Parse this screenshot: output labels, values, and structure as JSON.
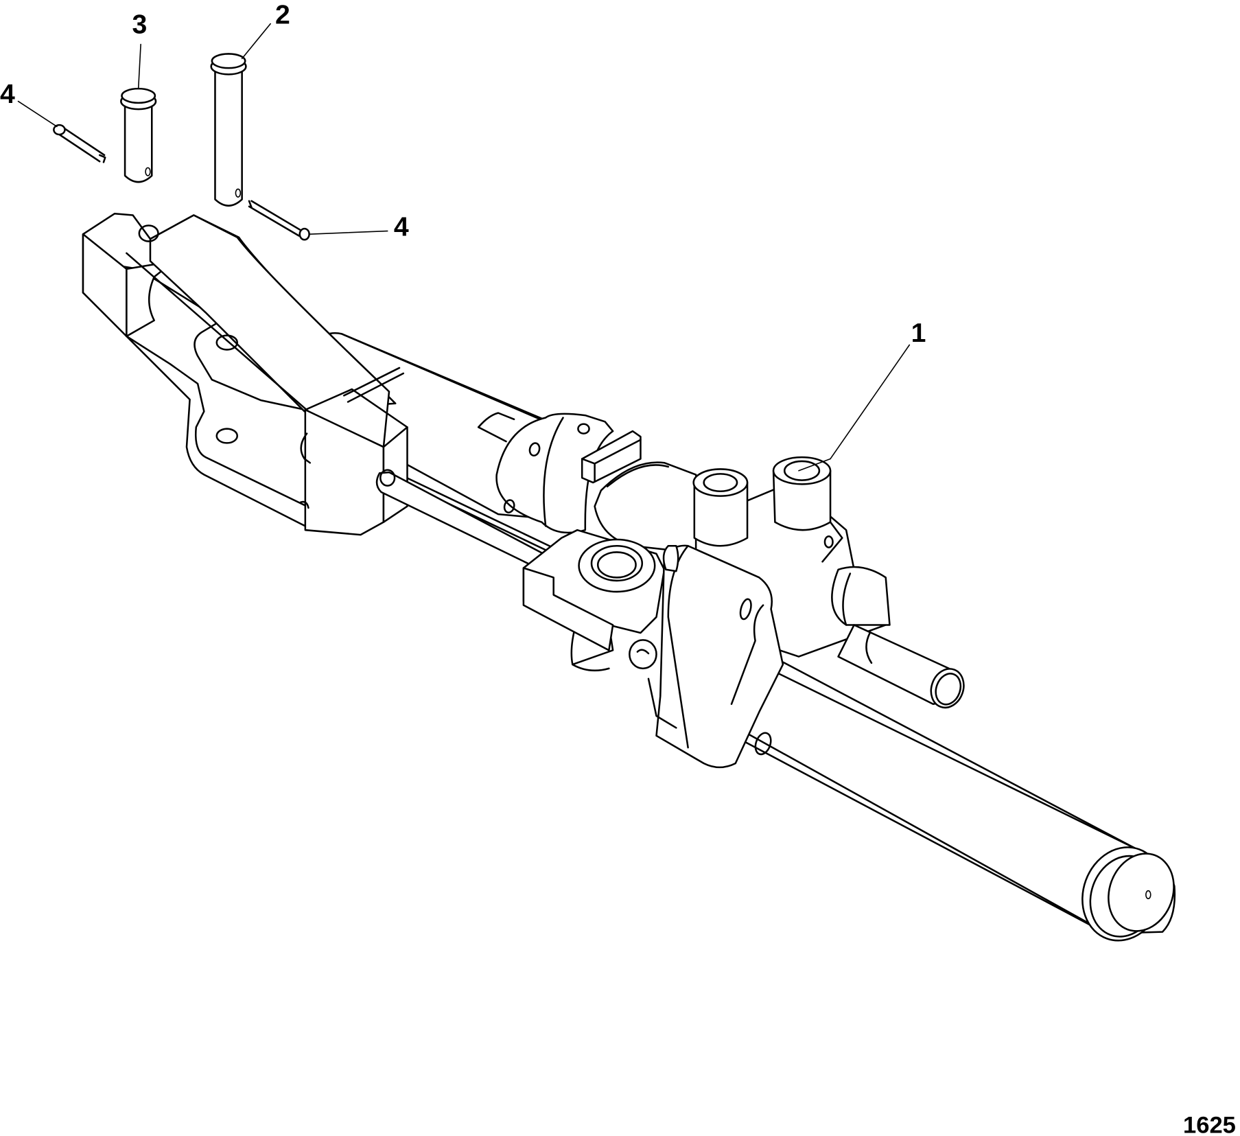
{
  "diagram": {
    "type": "exploded-parts-view",
    "subject": "steering cylinder assembly",
    "callouts": [
      {
        "id": "1",
        "label": "1",
        "part": "cylinder assembly"
      },
      {
        "id": "2",
        "label": "2",
        "part": "long clevis pin"
      },
      {
        "id": "3",
        "label": "3",
        "part": "short clevis pin"
      },
      {
        "id": "4a",
        "label": "4",
        "part": "cotter pin (left)"
      },
      {
        "id": "4b",
        "label": "4",
        "part": "cotter pin (right)"
      }
    ],
    "figure_number": "1625"
  }
}
